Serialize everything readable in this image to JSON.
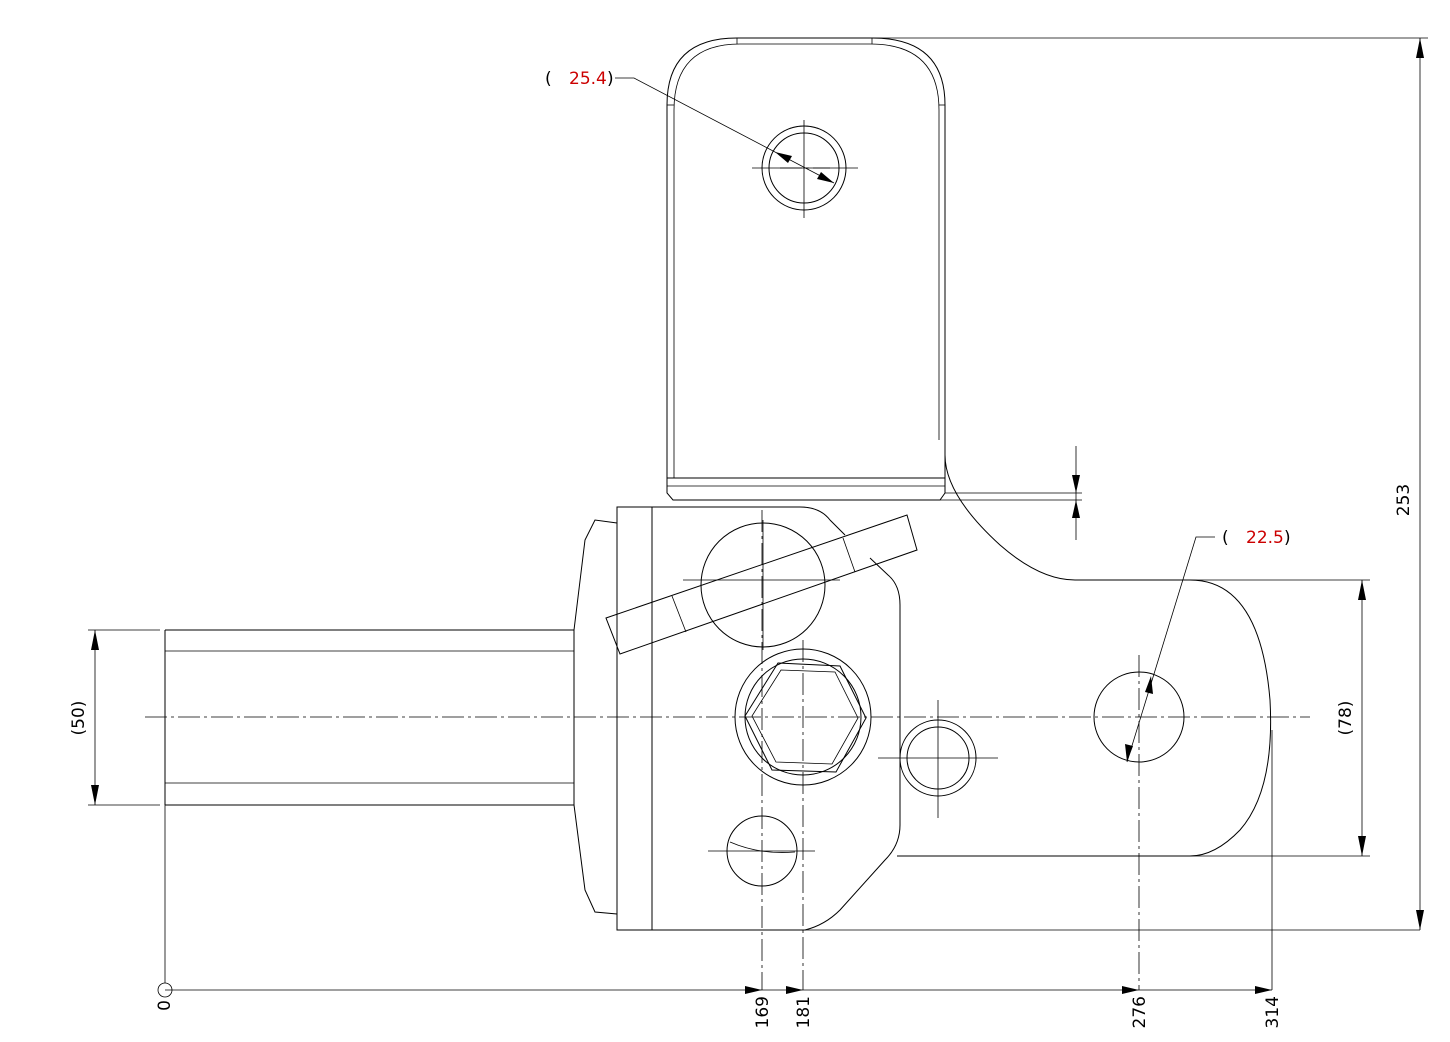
{
  "dimensions": {
    "ordinate_zero": "0",
    "ordinate_169": "169",
    "ordinate_181": "181",
    "ordinate_276": "276",
    "ordinate_314": "314",
    "overall_height": "253",
    "tube_height": "(50)",
    "plate_height": "(78)",
    "hole_top": {
      "open": "(",
      "value": "25.4",
      "close": ")"
    },
    "hole_right": {
      "open": "(",
      "value": "22.5",
      "close": ")"
    }
  },
  "colors": {
    "line": "#000000",
    "highlight": "#cc0000",
    "background": "#ffffff"
  }
}
